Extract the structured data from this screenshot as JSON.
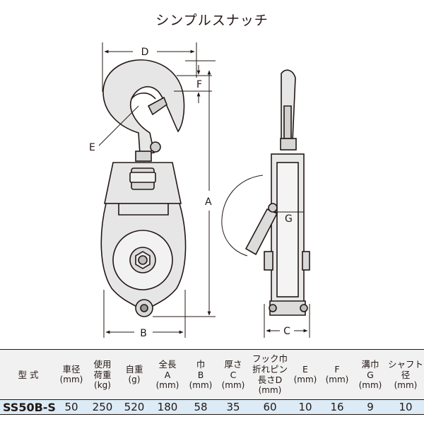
{
  "title": "シンプルスナッチ",
  "dimension_labels": {
    "A": "A",
    "B": "B",
    "C": "C",
    "D": "D",
    "E": "E",
    "F": "F",
    "G": "G"
  },
  "table": {
    "headers": [
      {
        "label": "型 式",
        "unit": ""
      },
      {
        "label": "車径",
        "unit": "(mm)"
      },
      {
        "label": "使用\n荷重",
        "unit": "(kg)"
      },
      {
        "label": "自重",
        "unit": "(g)"
      },
      {
        "label": "全長\nA",
        "unit": "(mm)"
      },
      {
        "label": "巾\nB",
        "unit": "(mm)"
      },
      {
        "label": "厚さ\nC",
        "unit": "(mm)"
      },
      {
        "label": "フック巾\n折れピン\n長さD",
        "unit": "(mm)"
      },
      {
        "label": "E",
        "unit": "(mm)"
      },
      {
        "label": "F",
        "unit": "(mm)"
      },
      {
        "label": "溝巾\nG",
        "unit": "(mm)"
      },
      {
        "label": "シャフト\n径",
        "unit": "(mm)"
      }
    ],
    "rows": [
      [
        "SS50B-S",
        "50",
        "250",
        "520",
        "180",
        "58",
        "35",
        "60",
        "10",
        "16",
        "9",
        "10"
      ]
    ]
  }
}
